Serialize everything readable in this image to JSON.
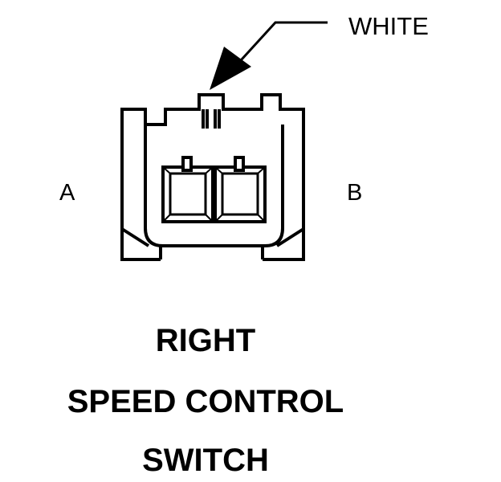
{
  "connector": {
    "callout_label": "WHITE",
    "pin_left_label": "A",
    "pin_right_label": "B"
  },
  "caption": {
    "line1": "RIGHT",
    "line2": "SPEED CONTROL",
    "line3": "SWITCH"
  },
  "colors": {
    "ink": "#000000",
    "background": "#ffffff"
  }
}
